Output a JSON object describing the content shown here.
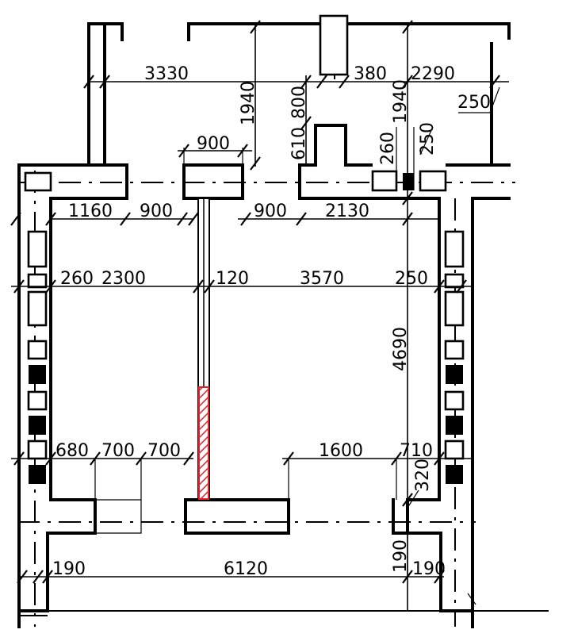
{
  "colors": {
    "line": "#000000",
    "hatch": "#e8202a",
    "background": "#ffffff"
  },
  "dimensions": {
    "d3330": "3330",
    "d380": "380",
    "d2290": "2290",
    "d250a": "250",
    "d1940a": "1940",
    "d1940b": "1940",
    "d800": "800",
    "d610": "610",
    "d260v": "260",
    "d250v": "250",
    "d900top": "900",
    "d1160": "1160",
    "d900a": "900",
    "d900b": "900",
    "d2130": "2130",
    "d260": "260",
    "d2300": "2300",
    "d120": "120",
    "d3570": "3570",
    "d250b": "250",
    "d4690": "4690",
    "d680": "680",
    "d700a": "700",
    "d700b": "700",
    "d1600": "1600",
    "d710": "710",
    "d320": "320",
    "d190a": "190",
    "d6120": "6120",
    "d190v": "190",
    "d190b": "190"
  }
}
